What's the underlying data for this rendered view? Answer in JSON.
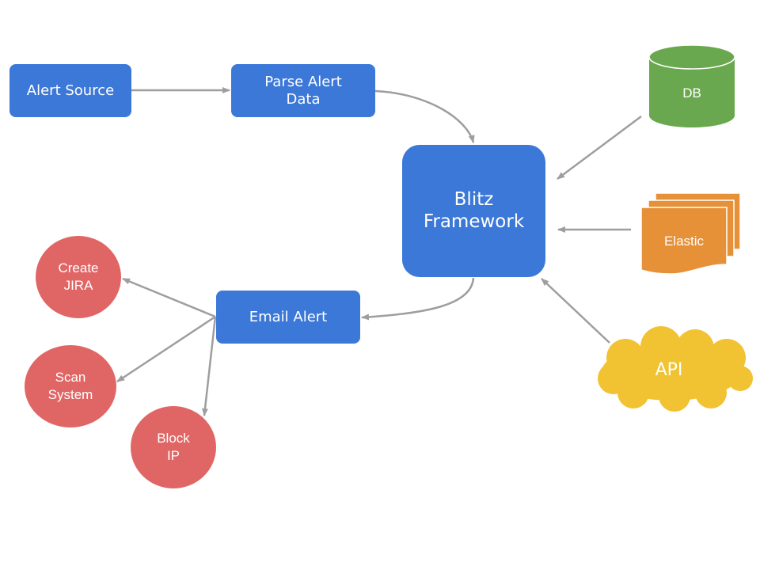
{
  "colors": {
    "process_blue": "#3b78d8",
    "action_red": "#e06666",
    "db_green": "#6aa84f",
    "elastic_orange": "#e69138",
    "api_yellow": "#f1c232",
    "arrow_gray": "#9e9e9e"
  },
  "nodes": {
    "alert_source": "Alert Source",
    "parse_alert_data": "Parse Alert\nData",
    "blitz_framework": "Blitz\nFramework",
    "email_alert": "Email Alert",
    "db": "DB",
    "elastic": "Elastic",
    "api": "API",
    "create_jira": "Create\nJIRA",
    "scan_system": "Scan\nSystem",
    "block_ip": "Block\nIP"
  },
  "edges": [
    {
      "from": "alert_source",
      "to": "parse_alert_data"
    },
    {
      "from": "parse_alert_data",
      "to": "blitz_framework"
    },
    {
      "from": "db",
      "to": "blitz_framework"
    },
    {
      "from": "elastic",
      "to": "blitz_framework"
    },
    {
      "from": "api",
      "to": "blitz_framework"
    },
    {
      "from": "blitz_framework",
      "to": "email_alert"
    },
    {
      "from": "email_alert",
      "to": "create_jira"
    },
    {
      "from": "email_alert",
      "to": "scan_system"
    },
    {
      "from": "email_alert",
      "to": "block_ip"
    }
  ]
}
